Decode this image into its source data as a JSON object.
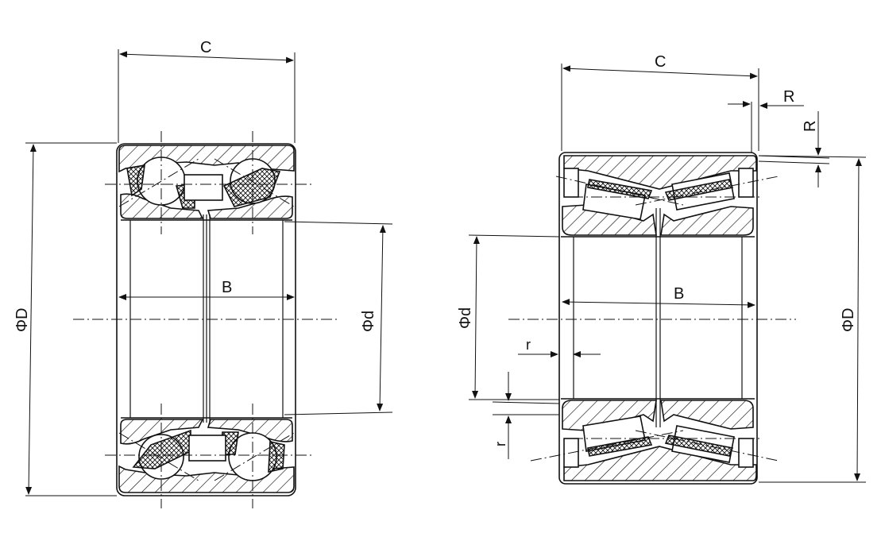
{
  "drawing": {
    "left_view": {
      "label_c": "C",
      "label_b": "B",
      "label_phi_d_outer": "ΦD",
      "label_phi_d_inner": "Φd"
    },
    "right_view": {
      "label_c": "C",
      "label_b": "B",
      "label_phi_d_outer": "ΦD",
      "label_phi_d_inner": "Φd",
      "label_r_horizontal": "R",
      "label_r_vertical": "R",
      "label_r_small_horizontal": "r",
      "label_r_small_vertical": "r"
    },
    "colors": {
      "line": "#111111",
      "background": "#ffffff",
      "hatch_fill": "#cfcfcf"
    }
  }
}
